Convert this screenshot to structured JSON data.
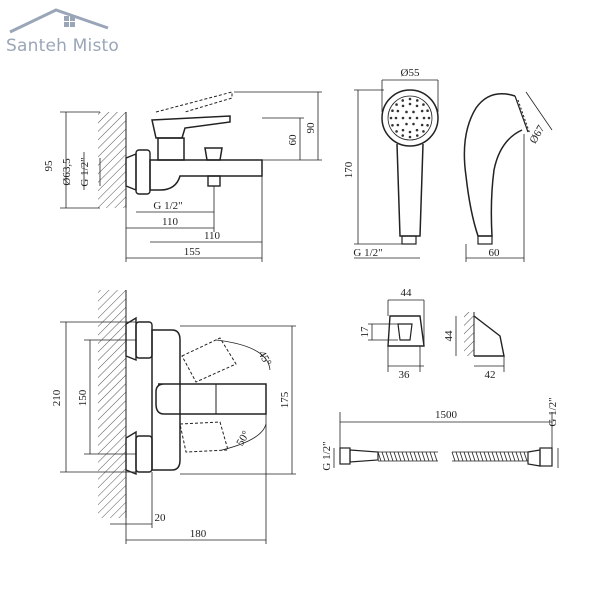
{
  "brand": {
    "name": "Santeh Misto"
  },
  "side_view": {
    "labels": {
      "d95": "95",
      "d63": "Ø63,5",
      "g_inlet": "G 1/2\"",
      "d60": "60",
      "d90": "90",
      "g_spout": "G 1/2\"",
      "d110a": "110",
      "d110b": "110",
      "d155": "155"
    }
  },
  "shower_head": {
    "labels": {
      "d55": "Ø55",
      "d170": "170",
      "g": "G 1/2\"",
      "d67": "Ø67",
      "d60": "60"
    }
  },
  "front_view": {
    "labels": {
      "d210": "210",
      "d150": "150",
      "d175": "175",
      "a45": "45°",
      "a50": "50°",
      "d20": "20",
      "d180": "180"
    }
  },
  "holder": {
    "labels": {
      "d44top": "44",
      "d17": "17",
      "d36": "36",
      "d44side": "44",
      "d42": "42"
    }
  },
  "hose": {
    "labels": {
      "d1500": "1500",
      "g_left": "G 1/2\"",
      "g_right": "G 1/2\""
    }
  }
}
